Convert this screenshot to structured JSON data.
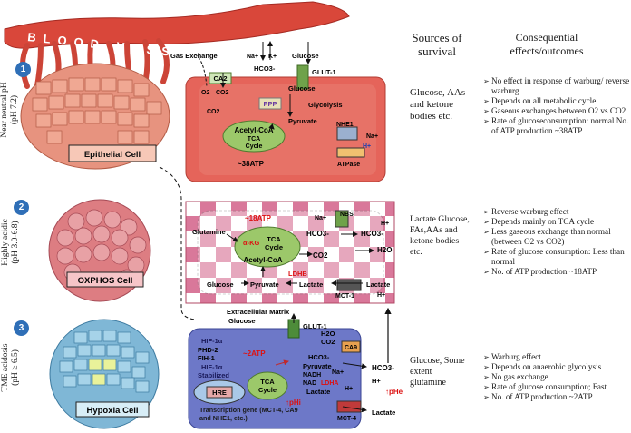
{
  "headers": {
    "sources": "Sources of survival",
    "effects": "Consequential effects/outcomes"
  },
  "vessel": {
    "label": "BLOOD VESSEL"
  },
  "panels": [
    {
      "number": "1",
      "side_label": "Near neutral pH (pH 7.2)",
      "cell_label": "Epithelial Cell",
      "sources": "Glucose, AAs and ketone bodies etc.",
      "effects": [
        "No effect in response of warburg/ reverse warburg",
        "Depends on all metabolic cycle",
        "Gaseous exchanges between O2 vs CO2",
        "Rate of glucoseconsumption: normal No. of ATP production ~38ATP"
      ],
      "diagram": {
        "gas_exchange": "Gas Exchange",
        "na": "Na+",
        "k": "K+",
        "hco3": "HCO3-",
        "glucose_top": "Glucose",
        "glut": "GLUT-1",
        "ca2": "CA2",
        "o2": "O2",
        "co2_a": "CO2",
        "glucose": "Glucose",
        "co2_b": "CO2",
        "ppp": "PPP",
        "glycolysis": "Glycolysis",
        "pyruvate": "Pyruvate",
        "acetyl": "Acetyl-CoA",
        "tca": "TCA",
        "cycle": "Cycle",
        "atp": "~38ATP",
        "nhe": "NHE1",
        "na_r": "Na+",
        "h": "H+",
        "atpase": "ATPase"
      }
    },
    {
      "number": "2",
      "side_label": "Highly acidic (pH 3.0-6.8)",
      "cell_label": "OXPHOS Cell",
      "sources": "Lactate Glucose, FAs,AAs and ketone bodies etc.",
      "effects": [
        "Reverse warburg effect",
        "Depends mainly on TCA cycle",
        "Less gaseous exchange than normal (between O2 vs CO2)",
        "Rate of glucose consumption: Less than normal",
        "No. of ATP production ~18ATP"
      ],
      "diagram": {
        "atp": "~18ATP",
        "glutamine": "Glutamine",
        "na": "Na+",
        "nbs": "NBS",
        "hco3_a": "HCO3-",
        "hco3_b": "HCO3-",
        "h": "H+",
        "akg": "α-KG",
        "tca": "TCA",
        "cycle": "Cycle",
        "acetyl": "Acetyl-CoA",
        "co2": "CO2",
        "h2o": "H2O",
        "ldhb": "LDHB",
        "glucose": "Glucose",
        "pyruvate": "Pyruvate",
        "lactate": "Lactate",
        "lactate_r": "Lactate",
        "mct": "MCT-1",
        "h_b": "H+",
        "ecm": "Extracellular Matrix"
      }
    },
    {
      "number": "3",
      "side_label": "TME acidosis (pH ≥ 6.5)",
      "cell_label": "Hypoxia Cell",
      "sources": "Glucose, Some extent glutamine",
      "effects": [
        "Warburg effect",
        "Depends on anaerobic glycolysis",
        "No gas exchange",
        "Rate of glucose consumption; Fast",
        "No. of ATP production ~2ATP"
      ],
      "diagram": {
        "glucose_top": "Glucose",
        "glut": "GLUT-1",
        "hif1": "HIF-1α",
        "phd": "PHD-2",
        "fih": "FIH-1",
        "hif2": "HIF-1α",
        "stab": "Stabilized",
        "atp": "~2ATP",
        "h2o": "H2O",
        "co2": "CO2",
        "ca9": "CA9",
        "hco3": "HCO3-",
        "pyruvate": "Pyruvate",
        "nadh": "NADH",
        "nad": "NAD",
        "ldha": "LDHA",
        "lactate": "Lactate",
        "na": "Na+",
        "h": "H+",
        "hco3_out": "HCO3-",
        "h_out": "H+",
        "phe": "↑pHe",
        "phi": "↑pHi",
        "hre": "HRE",
        "tca": "TCA",
        "cycle": "Cycle",
        "mct": "MCT-4",
        "lactate_out": "Lactate",
        "transcription": "Transcription gene (MCT-4, CA9 and NHE1, etc.)"
      }
    }
  ]
}
